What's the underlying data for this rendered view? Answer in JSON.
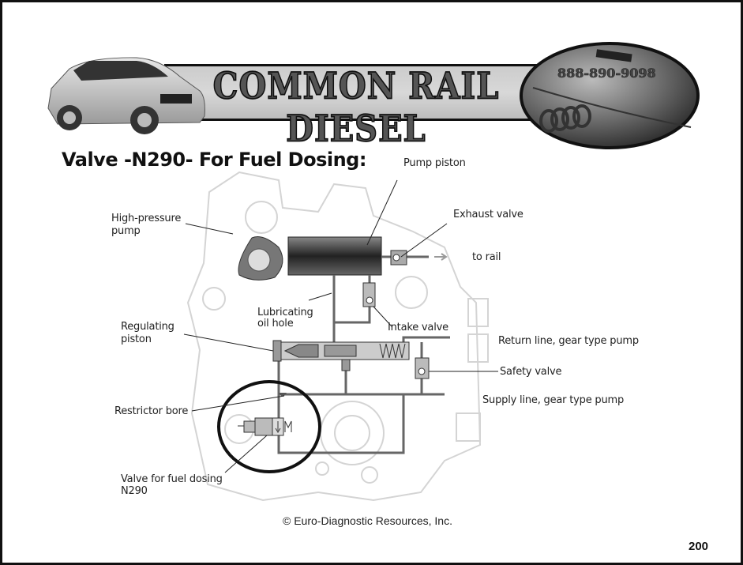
{
  "banner": {
    "title": "COMMON RAIL DIESEL",
    "phone": "888-890-9098"
  },
  "heading": "Valve -N290- For Fuel Dosing:",
  "diagram": {
    "labels": {
      "pump_piston": "Pump piston",
      "high_pressure_pump_1": "High-pressure",
      "high_pressure_pump_2": "pump",
      "exhaust_valve": "Exhaust valve",
      "to_rail": "to rail",
      "lubricating_1": "Lubricating",
      "lubricating_2": "oil hole",
      "intake_valve": "Intake valve",
      "regulating_1": "Regulating",
      "regulating_2": "piston",
      "return_line": "Return line, gear type pump",
      "safety_valve": "Safety valve",
      "supply_line": "Supply line, gear type pump",
      "restrictor_bore": "Restrictor bore",
      "valve_dosing_1": "Valve for fuel dosing",
      "valve_dosing_2": "N290"
    }
  },
  "footer": {
    "copyright": "© Euro-Diagnostic Resources, Inc.",
    "page_number": "200"
  }
}
